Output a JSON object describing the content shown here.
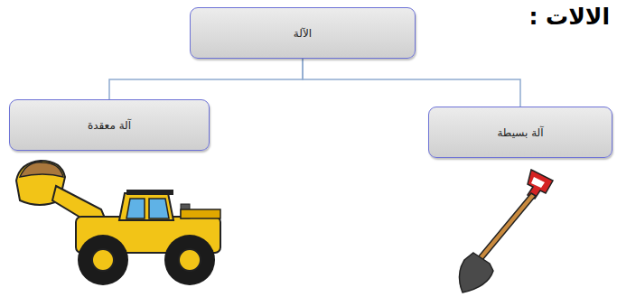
{
  "diagram": {
    "title": "الالات :",
    "nodes": [
      {
        "text": [
          "الآلة"
        ]
      },
      {
        "text": [
          "آلة بسيطة"
        ]
      },
      {
        "text": [
          "آلة معقدة"
        ]
      }
    ],
    "edges": [
      {
        "from": 0,
        "to": 1,
        "arrow": "none"
      },
      {
        "from": 0,
        "to": 2,
        "arrow": "none"
      }
    ]
  }
}
